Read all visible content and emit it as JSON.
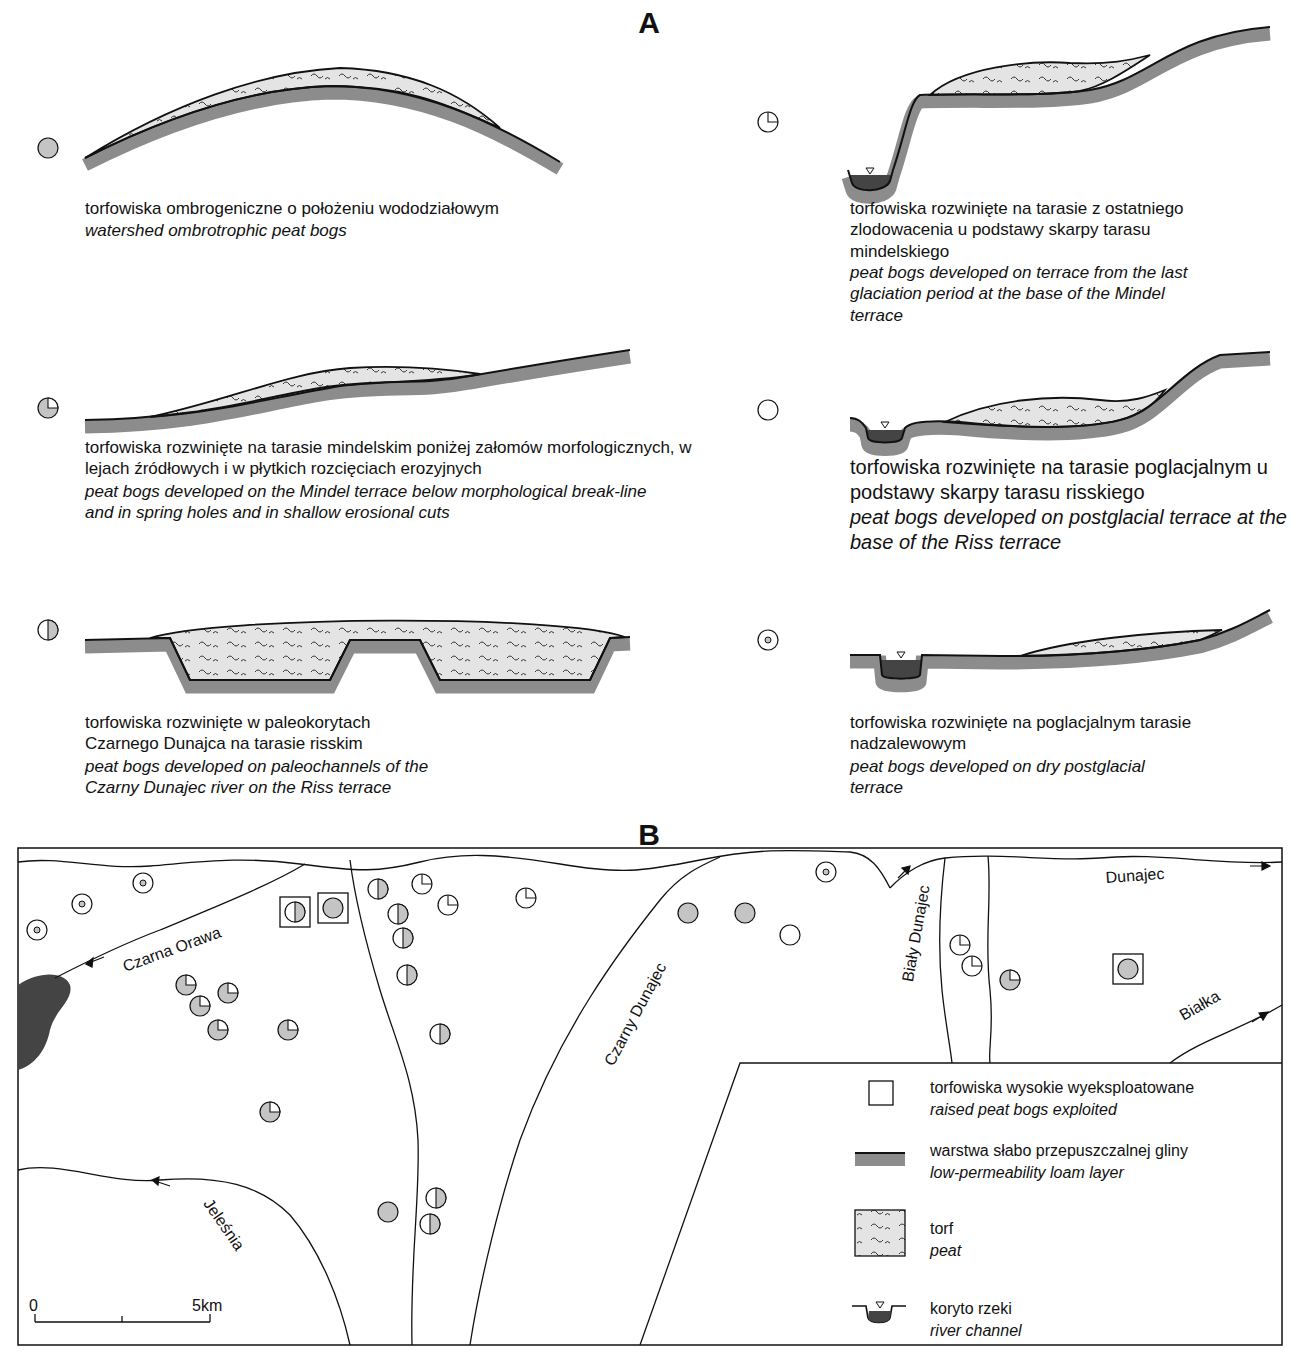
{
  "diagram": {
    "labels": [
      "A",
      "torfowiska ombrogeniczne o położeniu wododziałowym",
      "watershed ombrotrophic peat bogs",
      "torfowiska rozwinięte na tarasie mindelskim poniżej załomów morfologicznych, w lejach źródłowych i w płytkich rozcięciach erozyjnych",
      "peat bogs developed on the Mindel terrace below morphological break-line and in spring holes and in shallow erosional cuts",
      "torfowiska rozwinięte w paleokorytach Czarnego Dunajca na tarasie risskim",
      "peat bogs developed on paleochannels of the Czarny Dunajec river on the Riss terrace",
      "torfowiska rozwinięte na tarasie z ostatniego zlodowacenia u podstawy skarpy tarasu mindelskiego",
      "peat bogs developed on terrace from the last glaciation period at the base of the Mindel terrace",
      "torfowiska rozwinięte na tarasie poglacjalnym u podstawy skarpy tarasu risskiego",
      "peat bogs developed on postglacial terrace at the base of the Riss terrace",
      "torfowiska rozwinięte na poglacjalnym tarasie nadzalewowym",
      "peat bogs developed on dry postglacial terrace",
      "B",
      "Czarna Orawa",
      "Czarny Dunajec",
      "Biały Dunajec",
      "Dunajec",
      "Białka",
      "Jeleśnia",
      "0",
      "5km",
      "raised peat bogs exploited",
      "low-permeability loam layer",
      "peat",
      "river channel"
    ],
    "legend": [
      {
        "text": "torfowiska wysokie wyeksploatowane"
      },
      {
        "text": "warstwa słabo przepuszczalnej gliny",
        "color": "#8c8c8c"
      },
      {
        "text": "torf"
      },
      {
        "text": "koryto rzeki"
      }
    ]
  }
}
